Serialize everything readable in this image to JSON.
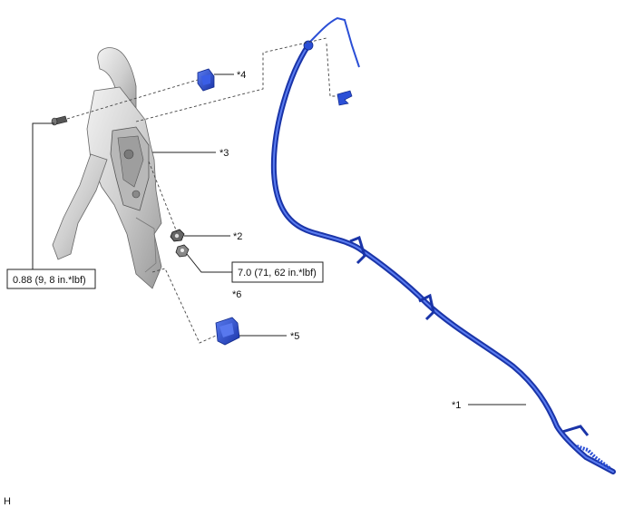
{
  "callouts": {
    "c1": "*1",
    "c2": "*2",
    "c3": "*3",
    "c4": "*4",
    "c5": "*5",
    "c6": "*6"
  },
  "torque": {
    "bolt": "0.88 (9, 8 in.*lbf)",
    "nut": "7.0 (71, 62 in.*lbf)"
  },
  "corner_mark": "H",
  "colors": {
    "part_blue": "#2b4fd6",
    "part_blue_dark": "#1a34a8",
    "bracket_gray": "#d6d6d6",
    "line": "#222222"
  }
}
